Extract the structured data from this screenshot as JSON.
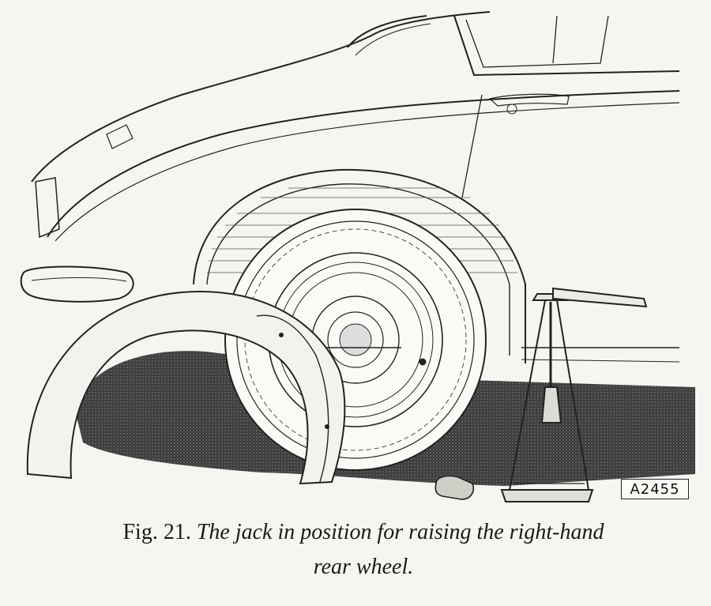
{
  "figure": {
    "plate_number": "A2455"
  },
  "caption": {
    "label": "Fig. 21.",
    "text_line1": "The jack in position for raising the right-hand",
    "text_line2": "rear wheel."
  }
}
